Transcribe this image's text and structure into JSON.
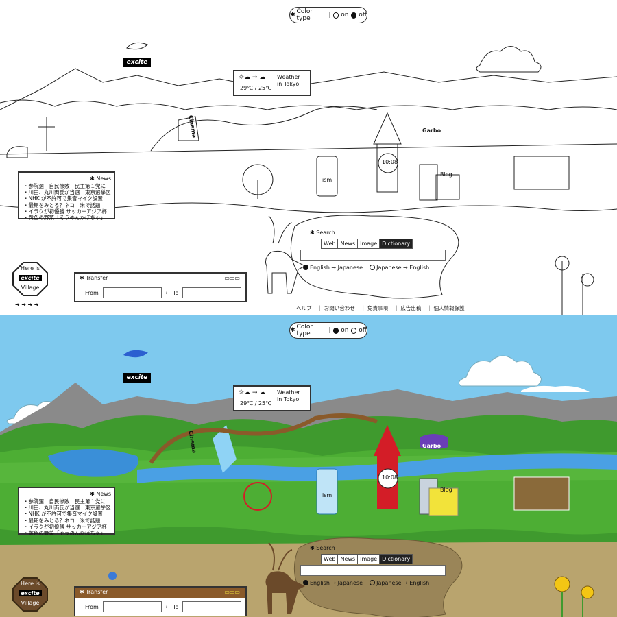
{
  "color_type": {
    "label": "Color type",
    "on": "on",
    "off": "off"
  },
  "logo": {
    "text": "excite"
  },
  "weather": {
    "temps": "29℃ / 25℃",
    "label_line1": "Weather",
    "label_line2": "in Tokyo"
  },
  "landmarks": {
    "cinema": "Cinema",
    "clock": "10:08",
    "garbo": "Garbo",
    "ism": "ism",
    "blog": "Blog"
  },
  "news": {
    "title": "News",
    "items": [
      "・参院選　自民惨敗　民主第１党に",
      "・川田、丸川両氏が当選　東京選挙区",
      "・NHK が不許可で集音マイク設置",
      "・最期をみとる？ネコ　米で話題",
      "・イラクが初優勝 サッカーアジア杯",
      "・黄色の野菜「そうめんかぼちゃ」"
    ]
  },
  "search": {
    "title": "Search",
    "tabs": [
      "Web",
      "News",
      "Image",
      "Dictionary"
    ],
    "active_tab": "Dictionary",
    "options": [
      "English → Japanese",
      "Japanese → English"
    ],
    "selected_option": "English → Japanese"
  },
  "transfer": {
    "title": "Transfer",
    "from_label": "From",
    "arrow": "→",
    "to_label": "To"
  },
  "village": {
    "line1": "Here is",
    "logo": "excite",
    "line2": "Village"
  },
  "footer": {
    "links": [
      "ヘルプ",
      "｜ お問い合わせ",
      "｜ 免責事項",
      "｜ 広告出稿",
      "｜ 個人情報保護"
    ]
  },
  "colors": {
    "sky": "#7ec9ee",
    "grass": "#3f9a2e",
    "soil": "#b9a46e",
    "accent": "#d31d27"
  }
}
